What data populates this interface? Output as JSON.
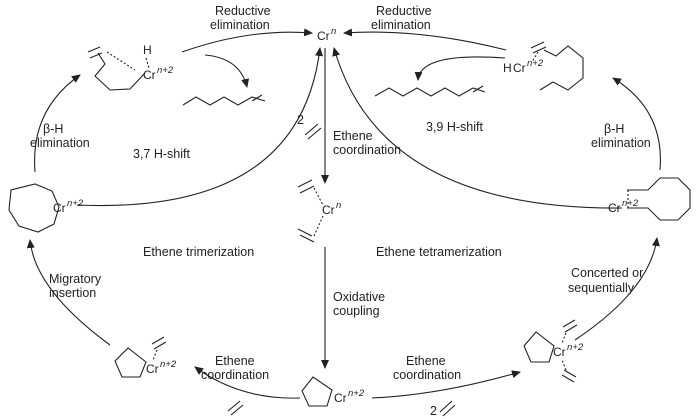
{
  "center": {
    "cr": "Cr",
    "sup": "n"
  },
  "left_cycle": {
    "reductive_elimination": [
      "Reductive",
      "elimination"
    ],
    "beta_h_elimination": [
      "β-H",
      "elimination"
    ],
    "hydride_shift": "3,7 H-shift",
    "title": "Ethene trimerization",
    "migratory_insertion": [
      "Migratory",
      "insertion"
    ],
    "ethene_coordination": [
      "Ethene",
      "coordination"
    ]
  },
  "right_cycle": {
    "reductive_elimination": [
      "Reductive",
      "elimination"
    ],
    "beta_h_elimination": [
      "β-H",
      "elimination"
    ],
    "hydride_shift": "3,9 H-shift",
    "title": "Ethene tetramerization",
    "concerted": [
      "Concerted or",
      "sequentially"
    ],
    "ethene_coordination": [
      "Ethene",
      "coordination"
    ]
  },
  "middle": {
    "ethene_coordination": [
      "Ethene",
      "coordination"
    ],
    "oxidative_coupling": [
      "Oxidative",
      "coupling"
    ],
    "two_ethene": "2",
    "two_ethene_bottom": "2"
  },
  "metal_labels": {
    "cr": "Cr",
    "n_plus_2": "n+2",
    "n": "n",
    "h": "H"
  }
}
